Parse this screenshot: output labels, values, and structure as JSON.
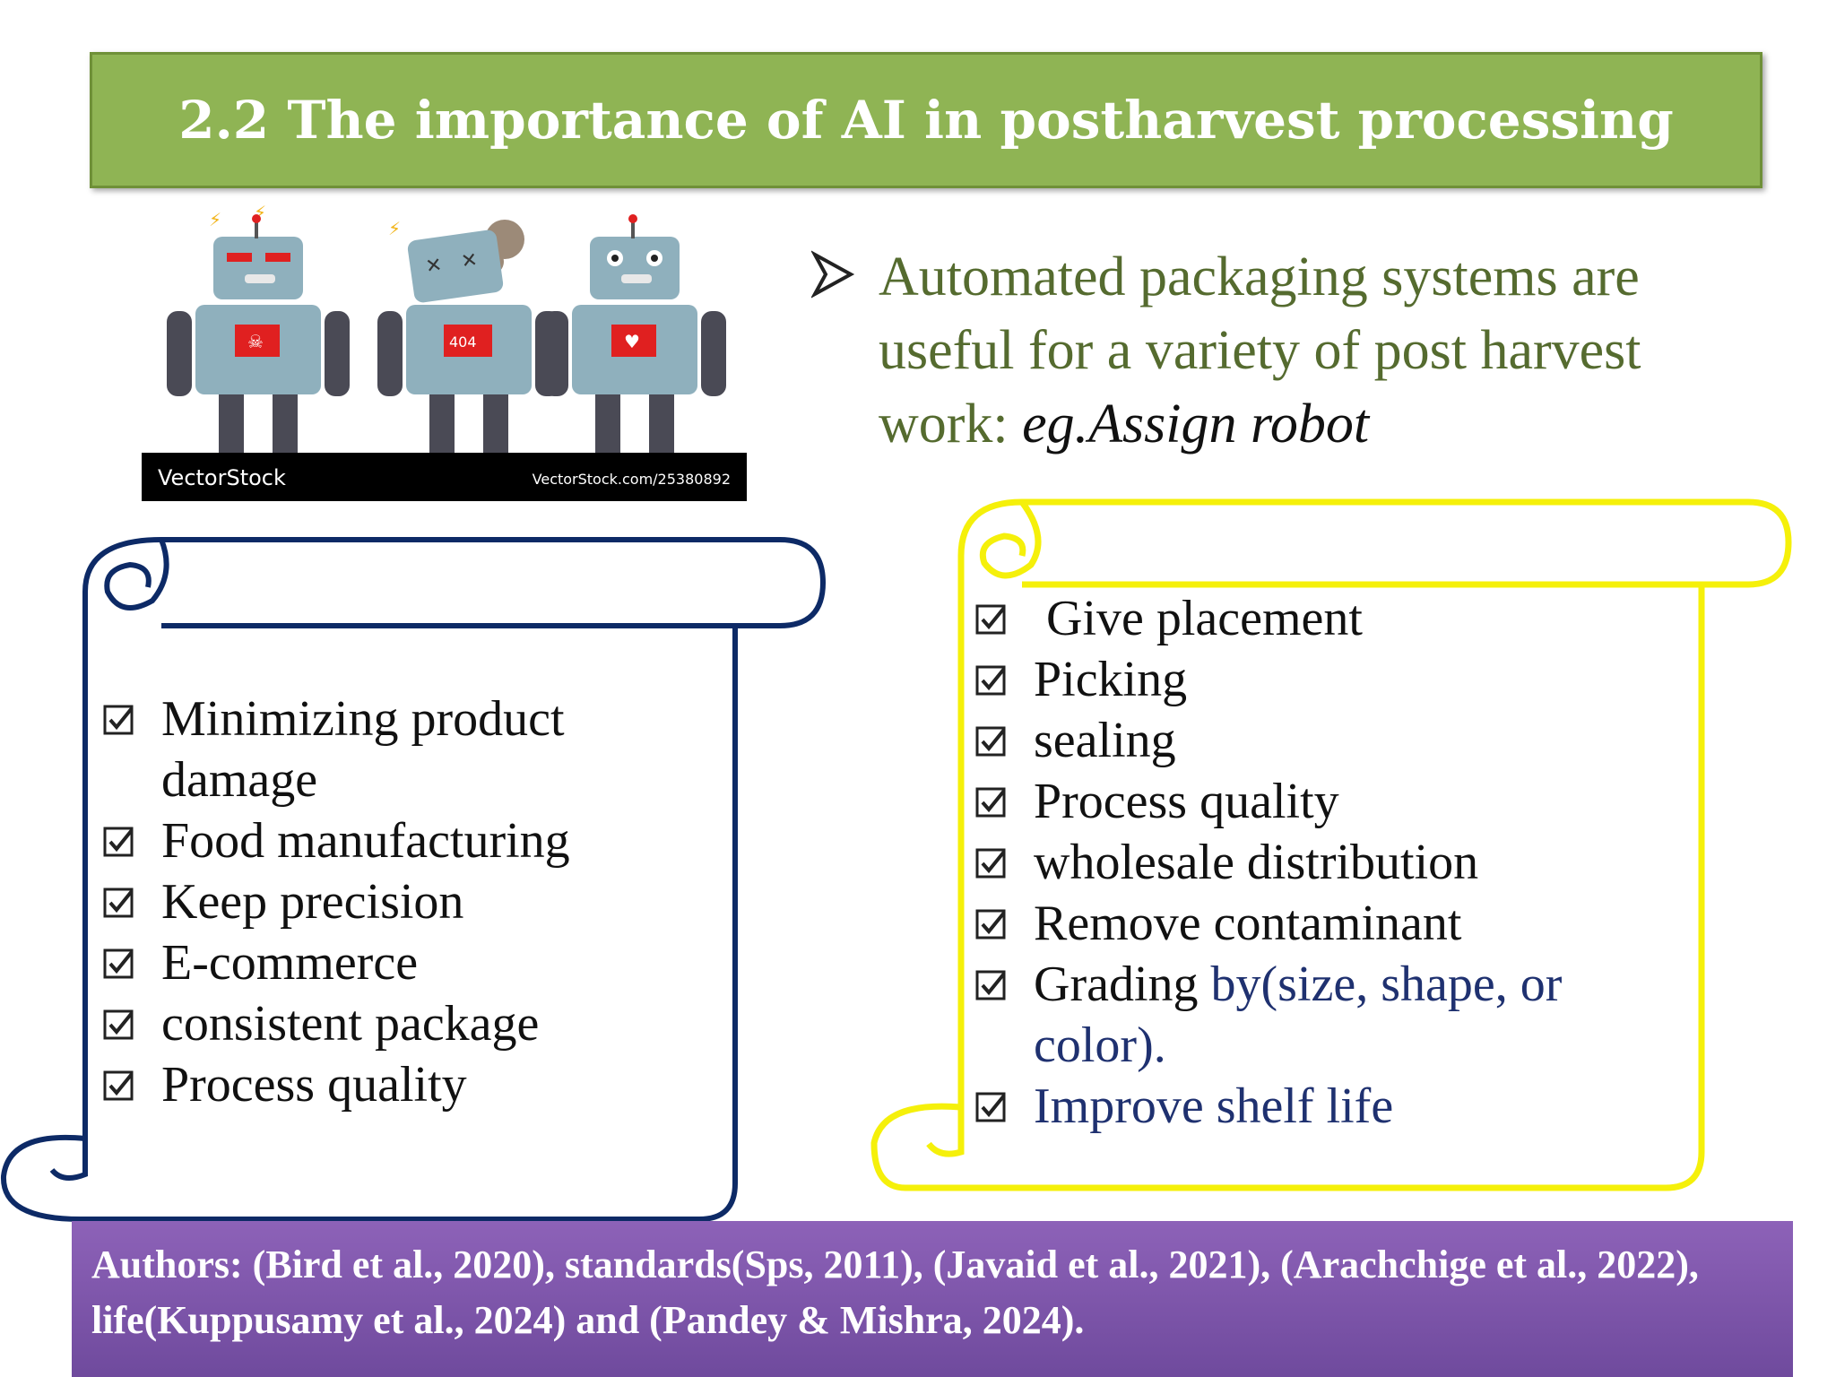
{
  "slide": {
    "title": "2.2 The importance of AI in postharvest processing"
  },
  "image": {
    "robots": [
      {
        "screen_label": "☠"
      },
      {
        "screen_label": "404"
      },
      {
        "screen_label": "♥"
      }
    ],
    "credit_left": "VectorStock",
    "credit_right": "VectorStock.com/25380892"
  },
  "intro": {
    "bullet_icon": "arrow-bullet-icon",
    "text": "Automated packaging systems are useful for a variety of post harvest work: ",
    "emphasis": "eg.Assign robot"
  },
  "left_scroll": {
    "border_color": "#0d2a66",
    "items": [
      {
        "text": "Minimizing product damage"
      },
      {
        "text": "Food manufacturing"
      },
      {
        "text": "Keep precision"
      },
      {
        "text": "E-commerce"
      },
      {
        "text": "consistent package"
      },
      {
        "text": "Process quality"
      }
    ]
  },
  "right_scroll": {
    "border_color": "#f5f00a",
    "items": [
      {
        "text": " Give placement"
      },
      {
        "text": "Picking"
      },
      {
        "text": "sealing"
      },
      {
        "text": "Process quality"
      },
      {
        "text": "wholesale distribution"
      },
      {
        "text": "Remove contaminant"
      },
      {
        "text": "Grading ",
        "text_navy": "by(size, shape, or color)."
      },
      {
        "text": "",
        "text_navy": "Improve shelf life"
      }
    ]
  },
  "authors": {
    "text": "Authors: (Bird et al., 2020), standards(Sps, 2011), (Javaid et al., 2021), (Arachchige et al., 2022), life(Kuppusamy et al., 2024) and (Pandey & Mishra, 2024)."
  },
  "colors": {
    "title_bar": "#8fb454",
    "intro_text": "#556b2f",
    "authors_bar": "#7d56ab",
    "navy_text": "#1f3170"
  }
}
